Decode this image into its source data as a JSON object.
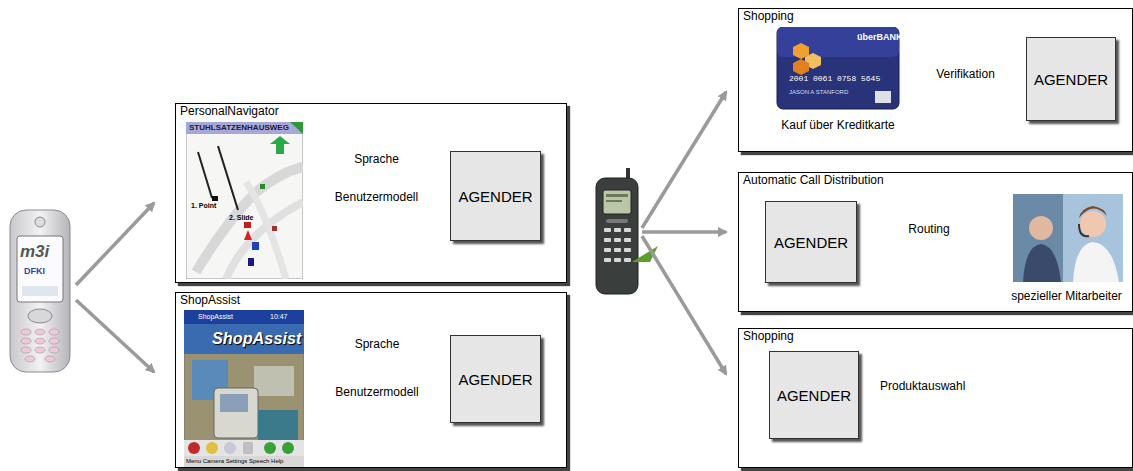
{
  "diagram": {
    "nodes": [
      {
        "text": [
          "PersonalNavigator"
        ]
      },
      {
        "text": [
          "STUHLSATZENHAUSWEG",
          "1. Point",
          "2. Slide"
        ],
        "in": 0
      },
      {
        "text": [
          "AGENDER"
        ],
        "in": 0
      },
      {
        "text": [
          "ShopAssist"
        ]
      },
      {
        "text": [
          "ShopAssist",
          "10:47",
          "ShopAssist",
          "Menu Camera Settings Speech Help"
        ],
        "in": 3
      },
      {
        "text": [
          "AGENDER"
        ],
        "in": 3
      },
      {
        "text": [
          "Shopping"
        ]
      },
      {
        "text": [
          "überBANK",
          "2001 0061 0758 5645",
          "JASON A STANFORD",
          "Kauf über Kreditkarte"
        ],
        "in": 6
      },
      {
        "text": [
          "AGENDER"
        ],
        "in": 6
      },
      {
        "text": [
          "Automatic Call Distribution"
        ]
      },
      {
        "text": [
          "AGENDER"
        ],
        "in": 9
      },
      {
        "text": [
          "spezieller Mitarbeiter"
        ],
        "in": 9
      },
      {
        "text": [
          "Shopping"
        ]
      },
      {
        "text": [
          "AGENDER"
        ],
        "in": 12
      }
    ],
    "edges": [
      {
        "from": 1,
        "to": 2,
        "label": "Sprache",
        "arrow": "to"
      },
      {
        "from": 2,
        "to": 1,
        "label": "Benutzermodell",
        "arrow": "to"
      },
      {
        "from": 4,
        "to": 5,
        "label": "Sprache",
        "arrow": "to"
      },
      {
        "from": 5,
        "to": 4,
        "label": "Benutzermodell",
        "arrow": "to"
      },
      {
        "from": 7,
        "to": 8,
        "label": "Verifikation",
        "arrow": "both"
      },
      {
        "from": 10,
        "to": 11,
        "label": "Routing",
        "arrow": "to"
      }
    ],
    "labels": [
      "m3i",
      "DFKI",
      "Produktauswahl"
    ]
  }
}
